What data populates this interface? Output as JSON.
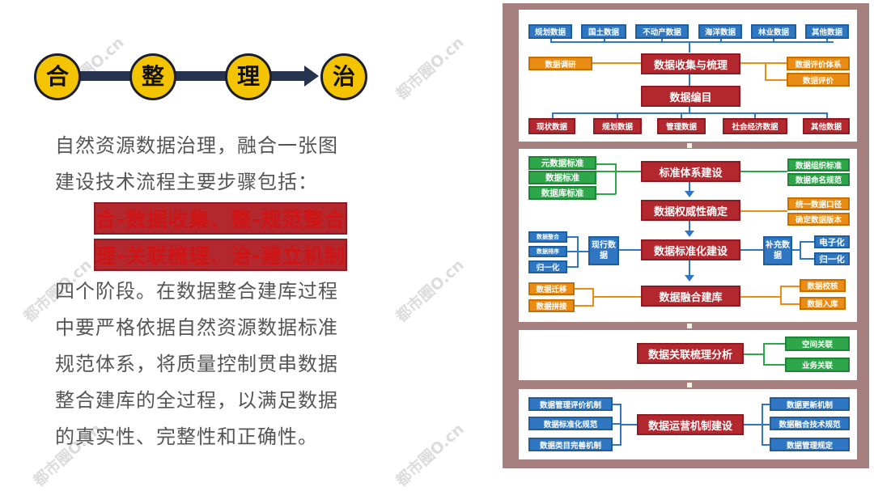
{
  "watermark": "都市圈O.cn",
  "steps": [
    "合",
    "整",
    "理",
    "治"
  ],
  "text": {
    "line1": "自然资源数据治理，融合一张图",
    "line2": "建设技术流程主要步骤包括：",
    "red1": "合-数据收集、整-规范整合",
    "red2": "理-关联梳理、治-建立机制",
    "line3": "四个阶段。在数据整合建库过程",
    "line4": "中要严格依据自然资源数据标准",
    "line5": "规范体系，将质量控制贯串数据",
    "line6": "整合建库的全过程，以满足数据",
    "line7": "的真实性、完整性和正确性。"
  },
  "flow": {
    "s1": {
      "sources": [
        "规划数据",
        "国土数据",
        "不动产数据",
        "海洋数据",
        "林业数据",
        "其他数据"
      ],
      "left": "数据调研",
      "main": "数据收集与梳理",
      "right": [
        "数据评价体系",
        "数据评价"
      ],
      "catalog": "数据编目",
      "outputs": [
        "现状数据",
        "规划数据",
        "管理数据",
        "社会经济数据",
        "其他数据"
      ]
    },
    "s2": {
      "m1": "标准体系建设",
      "m1_left": [
        "元数据标准",
        "数据标准",
        "数据库标准"
      ],
      "m1_right": [
        "数据组织标准",
        "数据命名规范"
      ],
      "m2": "数据权威性确定",
      "m2_right": [
        "统一数据口径",
        "确定数据版本"
      ],
      "m3": "数据标准化建设",
      "m3_left_small": [
        "数据整合",
        "数据排序"
      ],
      "m3_left_norm": "归一化",
      "m3_left_tag": "现行数据",
      "m3_right_tag": "补充数据",
      "m3_right": [
        "电子化",
        "归一化"
      ],
      "m4": "数据融合建库",
      "m4_left": [
        "数据迁移",
        "数据拼接"
      ],
      "m4_right": [
        "数据校核",
        "数据入库"
      ]
    },
    "s3": {
      "main": "数据关联梳理分析",
      "right": [
        "空间关联",
        "业务关联"
      ]
    },
    "s4": {
      "main": "数据运营机制建设",
      "left": [
        "数据管理评价机制",
        "数据标准化规范",
        "数据类目完善机制"
      ],
      "right": [
        "数据更新机制",
        "数据融合技术规范",
        "数据管理规定"
      ]
    }
  }
}
